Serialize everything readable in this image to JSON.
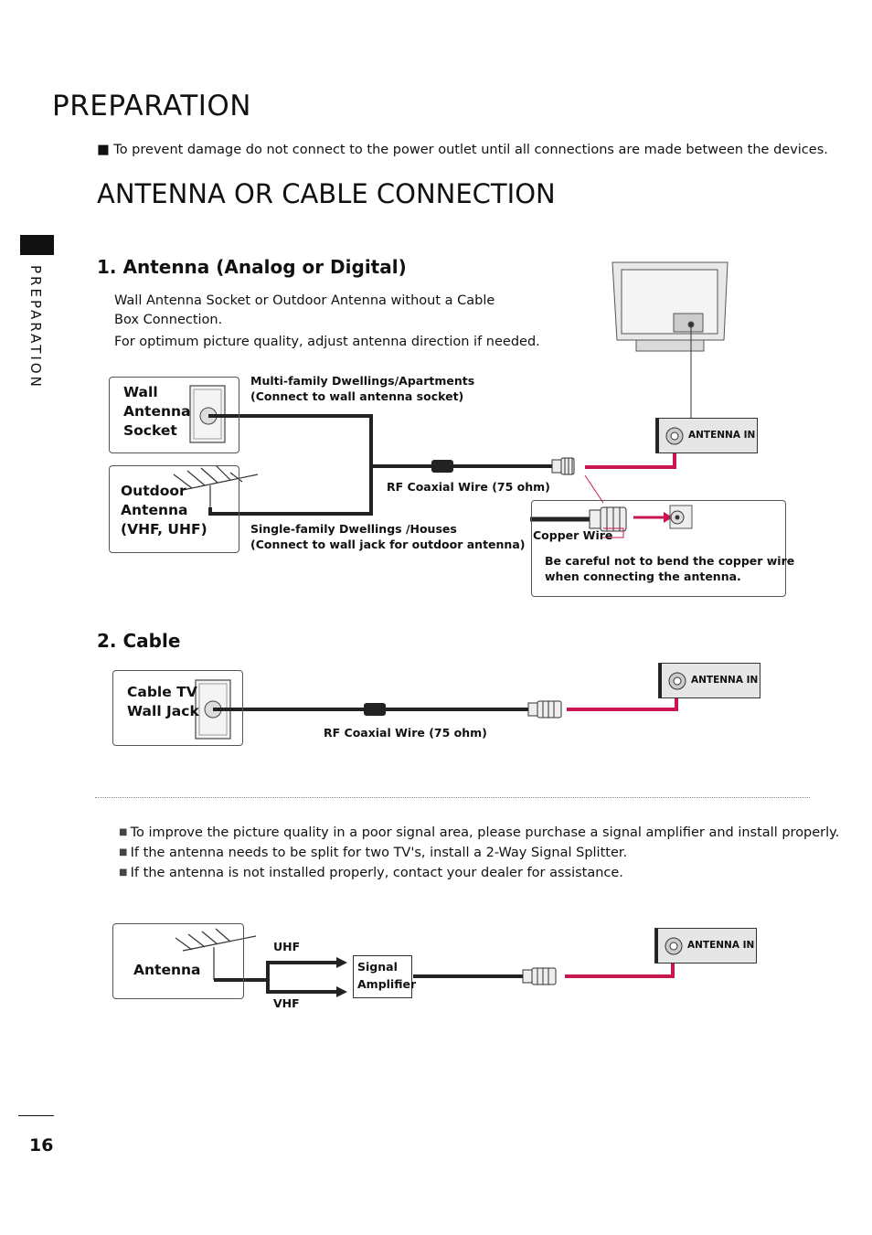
{
  "header": {
    "title": "PREPARATION",
    "side_label": "PREPARATION",
    "page_number": "16"
  },
  "note": "■ To prevent damage do not connect to the power outlet until all connections are made between the devices.",
  "section_title": "ANTENNA OR CABLE CONNECTION",
  "antenna": {
    "title": "1. Antenna (Analog or Digital)",
    "para1": "Wall Antenna Socket or Outdoor Antenna without a Cable Box Connection.",
    "para2": "For optimum picture quality, adjust antenna direction if needed.",
    "wall_socket": [
      "Wall",
      "Antenna",
      "Socket"
    ],
    "outdoor": [
      "Outdoor",
      "Antenna",
      "(VHF, UHF)"
    ],
    "multi_family": [
      "Multi-family Dwellings/Apartments",
      "(Connect to wall antenna socket)"
    ],
    "single_family": [
      "Single-family Dwellings /Houses",
      "(Connect to wall jack for outdoor antenna)"
    ],
    "rf_wire": "RF Coaxial Wire (75 ohm)",
    "antenna_in": "ANTENNA IN",
    "copper_wire": "Copper Wire",
    "copper_note": [
      "Be careful not to bend the copper wire",
      "when connecting the antenna."
    ]
  },
  "cable": {
    "title": "2. Cable",
    "jack": [
      "Cable TV",
      "Wall Jack"
    ],
    "rf_wire": "RF Coaxial Wire (75 ohm)",
    "antenna_in": "ANTENNA IN"
  },
  "tips": [
    "To improve the picture quality in a poor signal area, please purchase a signal amplifier and install properly.",
    " If the antenna needs to be split for two TV's, install a 2-Way Signal Splitter.",
    " If the antenna is not installed properly, contact your dealer for assistance."
  ],
  "amplifier": {
    "antenna_label": "Antenna",
    "uhf": "UHF",
    "vhf": "VHF",
    "signal_amplifier": [
      "Signal",
      "Amplifier"
    ],
    "antenna_in": "ANTENNA IN"
  },
  "colors": {
    "cable_red": "#c8174f",
    "wire_dark": "#222222"
  }
}
